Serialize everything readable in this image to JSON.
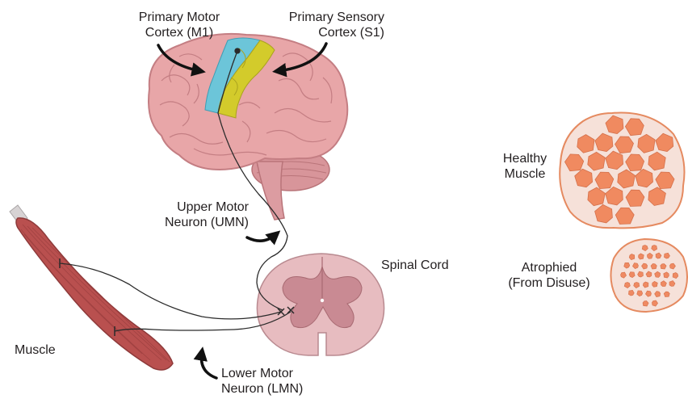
{
  "labels": {
    "primary_motor": [
      "Primary Motor",
      "Cortex (M1)"
    ],
    "primary_sensory": [
      "Primary Sensory",
      "Cortex (S1)"
    ],
    "upper_motor": [
      "Upper Motor",
      "Neuron (UMN)"
    ],
    "spinal_cord": "Spinal Cord",
    "muscle": "Muscle",
    "lower_motor": [
      "Lower Motor",
      "Neuron (LMN)"
    ],
    "healthy_muscle": [
      "Healthy",
      "Muscle"
    ],
    "atrophied": [
      "Atrophied",
      "(From Disuse)"
    ]
  },
  "colors": {
    "brain": "#e8a6a8",
    "brain_dark": "#c97f83",
    "motor_cortex": "#6cc5d9",
    "sensory_cortex": "#d3cb2b",
    "spinal_cord": "#e7bcc0",
    "gray_matter": "#c98a93",
    "muscle": "#b9504f",
    "healthy_fibers": "#f08a60",
    "atrophied_fibers": "#ef8a62",
    "connective": "#f6e1d9"
  }
}
